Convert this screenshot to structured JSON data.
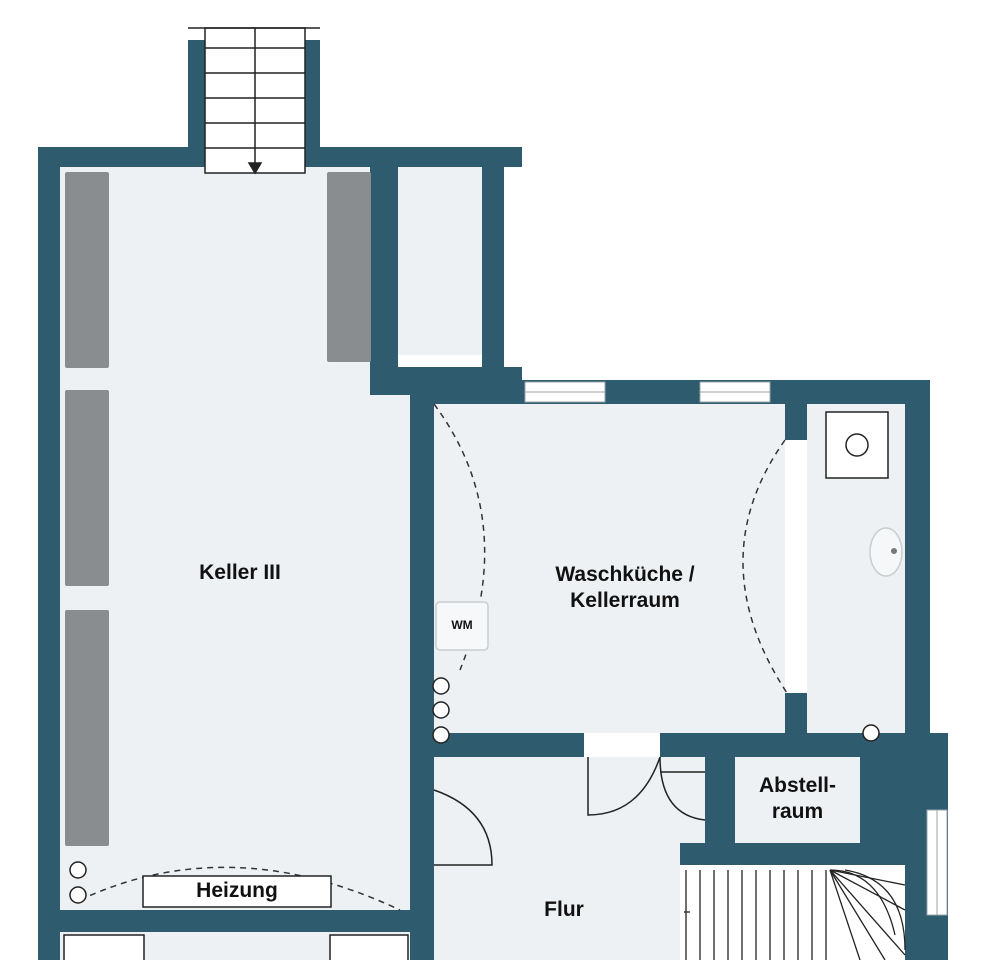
{
  "rooms": {
    "keller": "Keller III",
    "waschkueche_line1": "Waschküche /",
    "waschkueche_line2": "Kellerraum",
    "abstell_line1": "Abstell-",
    "abstell_line2": "raum",
    "flur": "Flur",
    "heizung": "Heizung"
  },
  "fixtures": {
    "washing_machine": "WM"
  },
  "colors": {
    "wall": "#2e5c6e",
    "floor": "#eef1f4",
    "shelf": "#8a8d8f",
    "line": "#222222"
  }
}
